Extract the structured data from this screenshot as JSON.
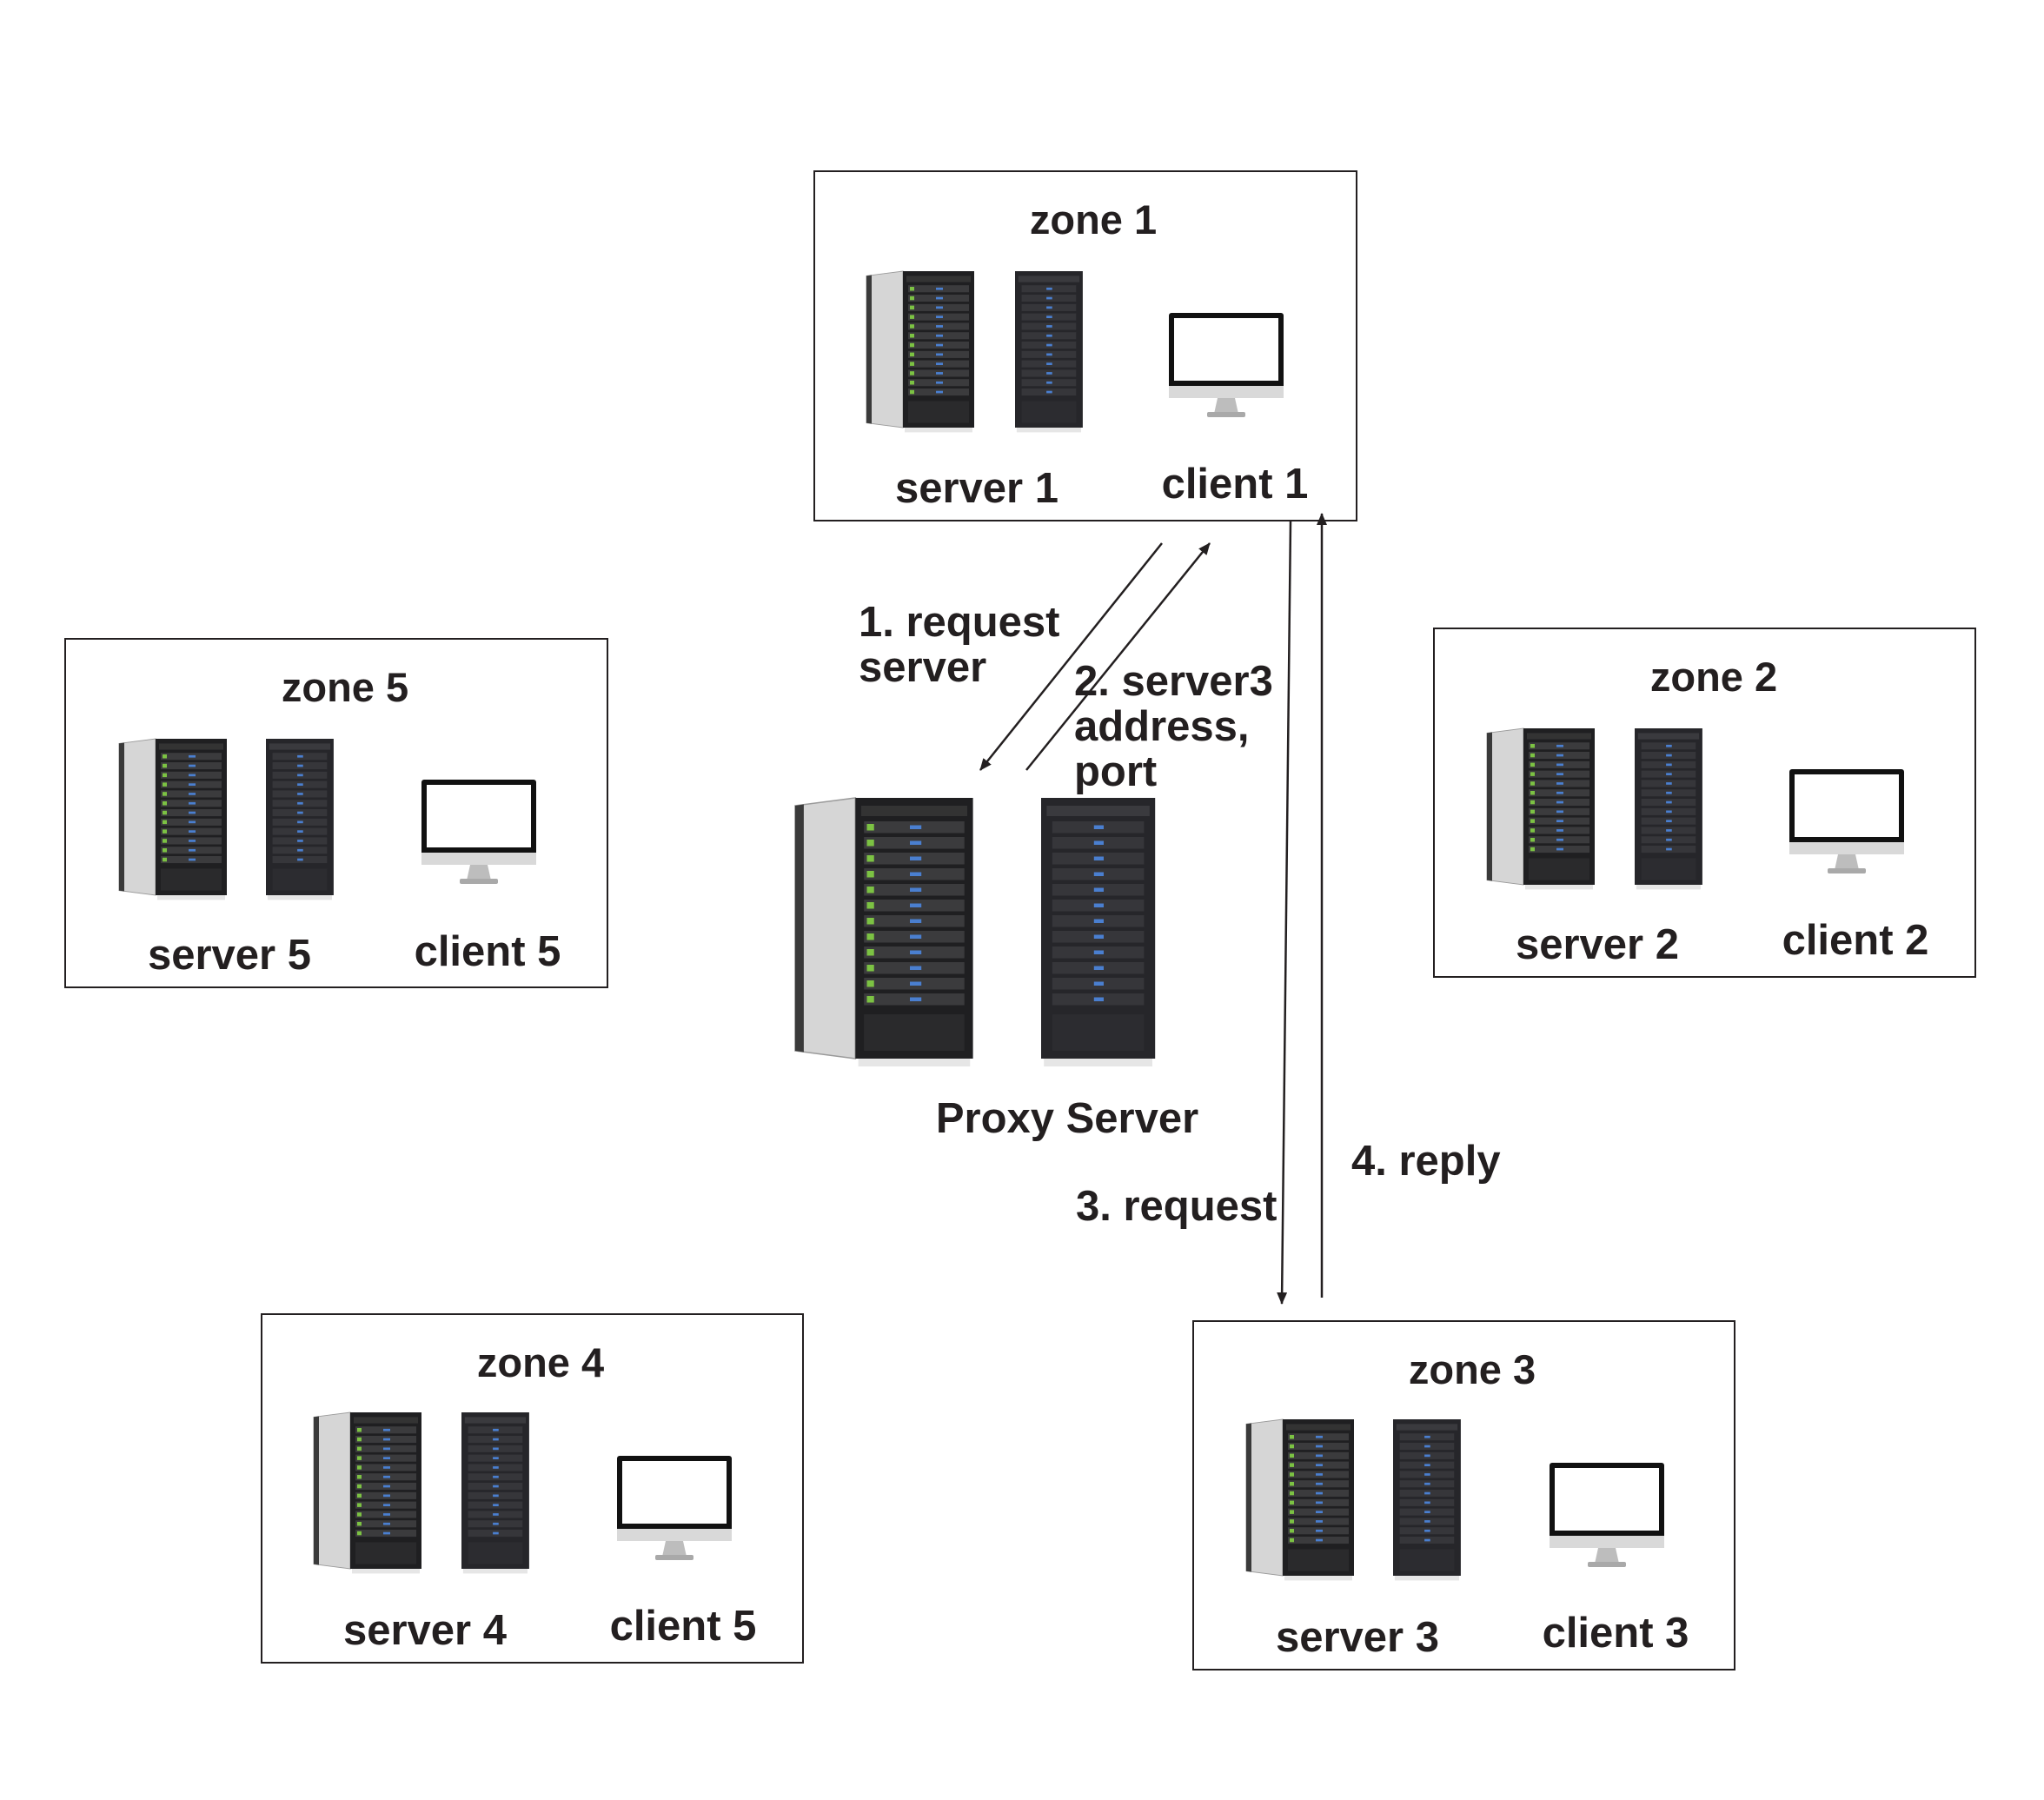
{
  "zones": [
    {
      "title": "zone 1",
      "server_label": "server 1",
      "client_label": "client 1"
    },
    {
      "title": "zone 2",
      "server_label": "server 2",
      "client_label": "client 2"
    },
    {
      "title": "zone 3",
      "server_label": "server 3",
      "client_label": "client 3"
    },
    {
      "title": "zone 4",
      "server_label": "server 4",
      "client_label": "client 5"
    },
    {
      "title": "zone 5",
      "server_label": "server 5",
      "client_label": "client 5"
    }
  ],
  "proxy": {
    "label": "Proxy Server"
  },
  "messages": {
    "step1": [
      "1. request",
      "server"
    ],
    "step2": [
      "2. server3",
      "address,",
      "port"
    ],
    "step3": "3. request",
    "step4": "4. reply"
  },
  "colors": {
    "ink": "#231f20",
    "rack": "#2b2b2d",
    "rack_green": "#7cc243",
    "rack_blue": "#4a7fd0",
    "door": "#d4d4d4"
  }
}
